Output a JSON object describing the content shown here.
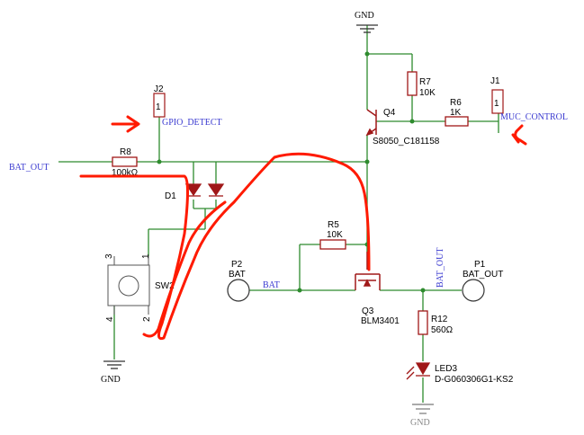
{
  "labels": {
    "gnd_top": "GND",
    "gnd_bottom": "GND",
    "gnd_led": "GND",
    "r7_ref": "R7",
    "r7_val": "10K",
    "r6_ref": "R6",
    "r6_val": "1K",
    "j1": "J1",
    "j2": "J2",
    "j1_pin": "1",
    "j2_pin": "1",
    "q4": "Q4",
    "q4_part": "S8050_C181158",
    "muc_control": "MUC_CONTROL",
    "gpio_detect": "GPIO_DETECT",
    "bat_out_left": "BAT_OUT",
    "r8_ref": "R8",
    "r8_val": "100kΩ",
    "d1": "D1",
    "r5_ref": "R5",
    "r5_val": "10K",
    "p2_ref": "P2",
    "p2_name": "BAT",
    "bat_net": "BAT",
    "q3_ref": "Q3",
    "q3_part": "BLM3401",
    "bat_out_vertical": "BAT_OUT",
    "p1_ref": "P1",
    "p1_name": "BAT_OUT",
    "r12_ref": "R12",
    "r12_val": "560Ω",
    "led3_ref": "LED3",
    "led3_part": "D-G060306G1-KS2",
    "sw2_ref": "SW2",
    "sw_pin3": "3",
    "sw_pin1": "1",
    "sw_pin4": "4",
    "sw_pin2": "2"
  },
  "colors": {
    "wire": "#2e8b2e",
    "component": "#a01818",
    "net_label": "#3a3ad0",
    "annotation": "#ff1a00"
  }
}
